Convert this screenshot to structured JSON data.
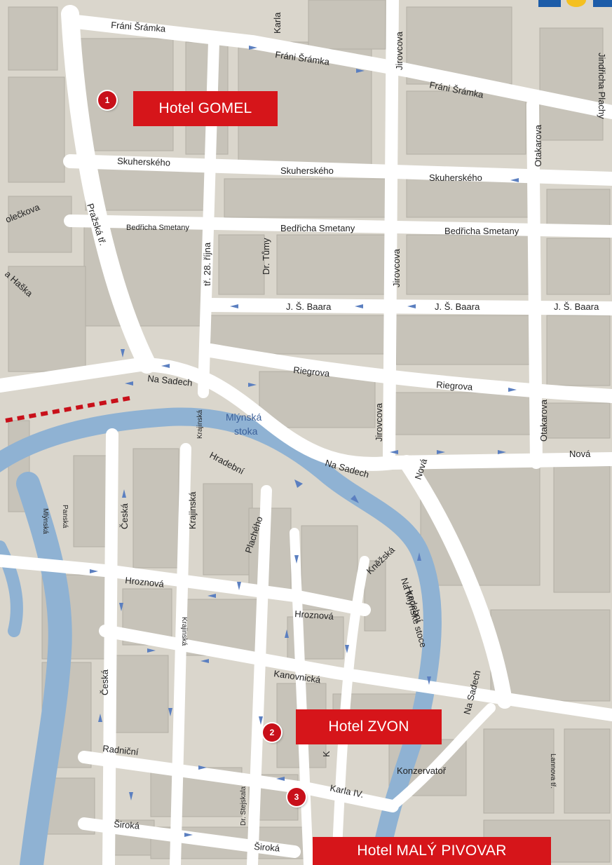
{
  "colors": {
    "background": "#dad6cc",
    "block": "#c5c1b7",
    "road": "#ffffff",
    "water": "#8fb2d3",
    "hotel_box": "#d6151a",
    "route": "#c8101a",
    "arrow": "#5b7fc0"
  },
  "streets": {
    "frani_sramka_1": "Fráni Šrámka",
    "frani_sramka_2": "Fráni Šrámka",
    "frani_sramka_3": "Fráni Šrámka",
    "skuherskeho_1": "Skuherského",
    "skuherskeho_2": "Skuherského",
    "skuherskeho_3": "Skuherského",
    "bedricha_smetany_1": "Bedřicha Smetany",
    "bedricha_smetany_2": "Bedřicha Smetany",
    "bedricha_smetany_3": "Bedřicha Smetany",
    "js_baara_1": "J. Š. Baara",
    "js_baara_2": "J. Š. Baara",
    "js_baara_3": "J. Š. Baara",
    "riegrova_1": "Riegrova",
    "riegrova_2": "Riegrova",
    "na_sadech_1": "Na Sadech",
    "na_sadech_2": "Na Sadech",
    "na_sadech_3": "Na Sadech",
    "nova_1": "Nová",
    "nova_2": "Nová",
    "jirovcova_1": "Jirovcova",
    "jirovcova_2": "Jirovcova",
    "jirovcova_3": "Jirovcova",
    "otakarova_1": "Otakarova",
    "otakarova_2": "Otakarova",
    "karla": "Karla",
    "jindricha_plachy": "Jindřicha Plachy",
    "prazska": "Pražská tř.",
    "trida_28_rijna": "tř. 28. října",
    "dr_tumy": "Dr. Tůmy",
    "koleckova": "olečkova",
    "havlickova": "a Haška",
    "mlynska_stoka_1": "Mlýnská",
    "mlynska_stoka_2": "stoka",
    "krajinska_1": "Krajinská",
    "krajinska_2": "Krajinská",
    "krajinska_3": "Krajinská",
    "hradebni_1": "Hradební",
    "hradebni_2": "Hradební",
    "placheho": "Plachého",
    "ceska_1": "Česká",
    "ceska_2": "Česká",
    "parska": "Panská",
    "mlynska": "Mlýnská",
    "hroznova_1": "Hroznová",
    "hroznova_2": "Hroznová",
    "knezska": "Kněžská",
    "na_mlynske_stoce": "Na Mlýnské stoce",
    "kanovnicka": "Kanovnická",
    "radnicni": "Radniční",
    "karla_iv": "Karla IV.",
    "siroka_1": "Široká",
    "siroka_2": "Široká",
    "dr_stejskala": "Dr. Stejskala",
    "konzervator": "Konzervatoř",
    "lannova": "Lannova tř.",
    "k_short": "K"
  },
  "markers": [
    {
      "number": "1"
    },
    {
      "number": "2"
    },
    {
      "number": "3"
    }
  ],
  "hotels": [
    {
      "name": "Hotel GOMEL"
    },
    {
      "name": "Hotel ZVON"
    },
    {
      "name": "Hotel MALÝ PIVOVAR"
    }
  ]
}
